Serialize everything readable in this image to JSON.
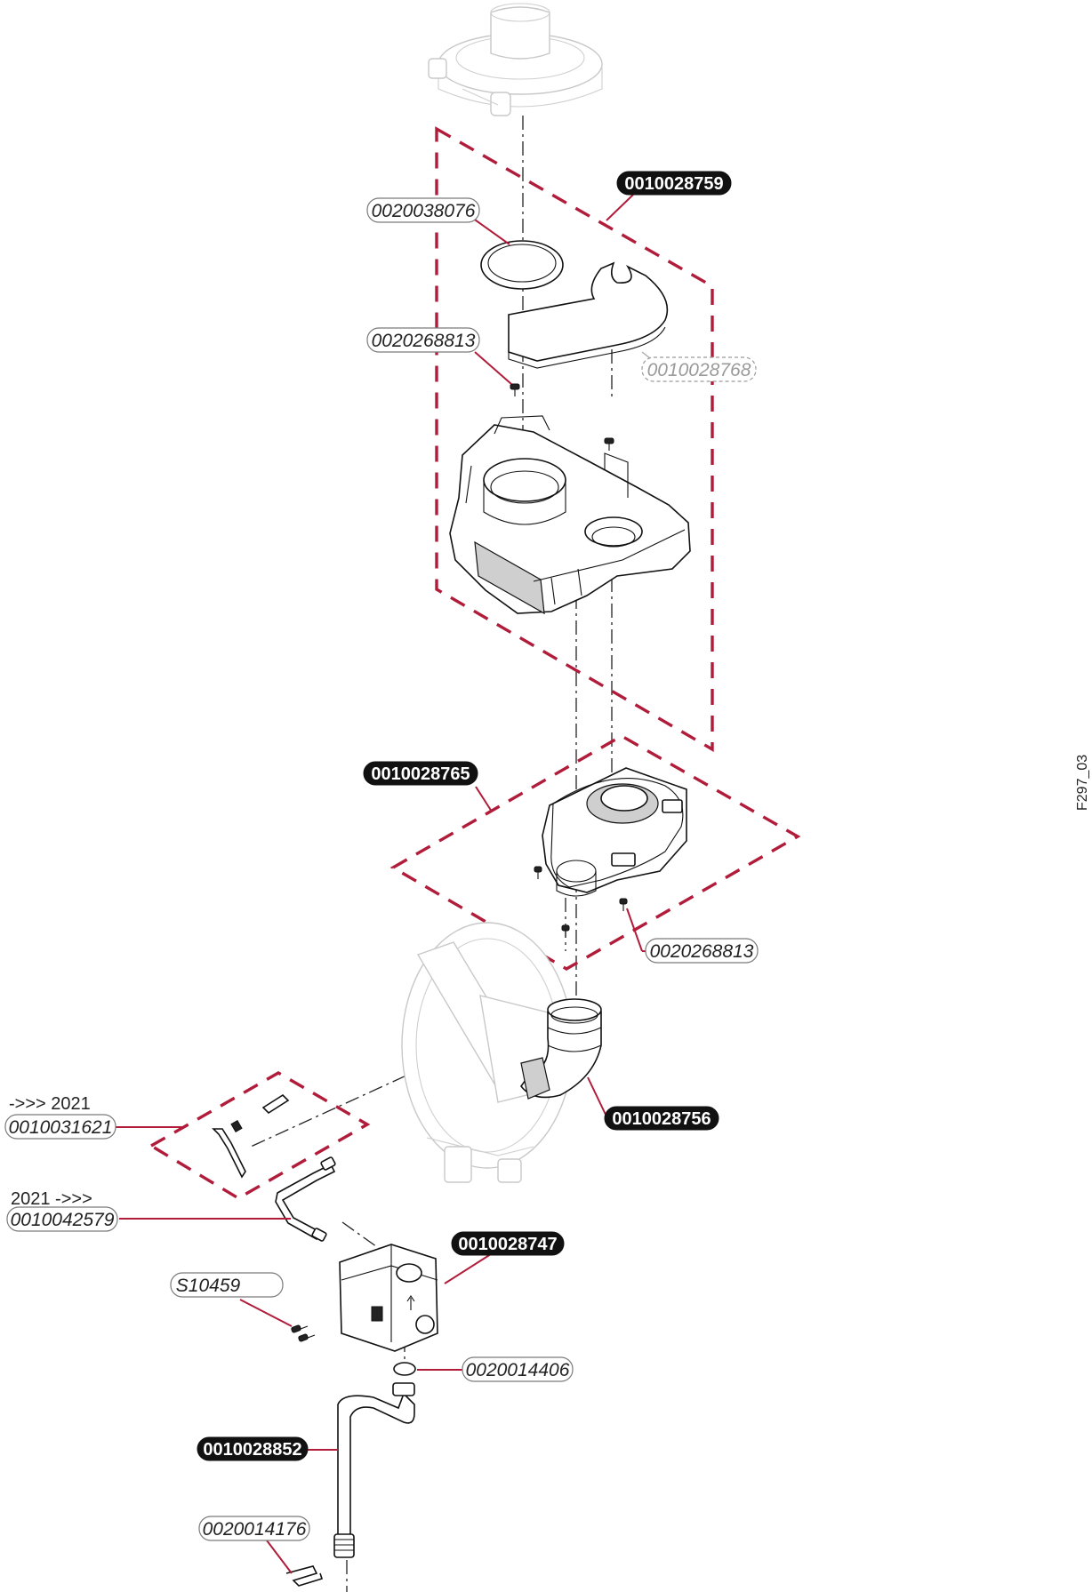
{
  "drawing_code": "F297_03",
  "callouts": [
    {
      "id": "0010028759",
      "style": "bold"
    },
    {
      "id": "0020038076",
      "style": "normal"
    },
    {
      "id": "0020268813",
      "style": "normal"
    },
    {
      "id": "0010028768",
      "style": "optional"
    },
    {
      "id": "0010028765",
      "style": "bold"
    },
    {
      "id": "0020268813",
      "style": "normal"
    },
    {
      "id": "0010028756",
      "style": "bold"
    },
    {
      "id": "0010031621",
      "style": "normal",
      "note": "->>> 2021"
    },
    {
      "id": "0010042579",
      "style": "normal",
      "note": "2021 ->>>"
    },
    {
      "id": "0010028747",
      "style": "bold"
    },
    {
      "id": "S10459",
      "style": "normal"
    },
    {
      "id": "0020014406",
      "style": "normal"
    },
    {
      "id": "0010028852",
      "style": "bold"
    },
    {
      "id": "0020014176",
      "style": "normal"
    }
  ],
  "colors": {
    "group_outline": "#b01c3a",
    "leader": "#b01c3a",
    "bold_label_bg": "#111111",
    "ghost_part": "#c8c8c8"
  }
}
